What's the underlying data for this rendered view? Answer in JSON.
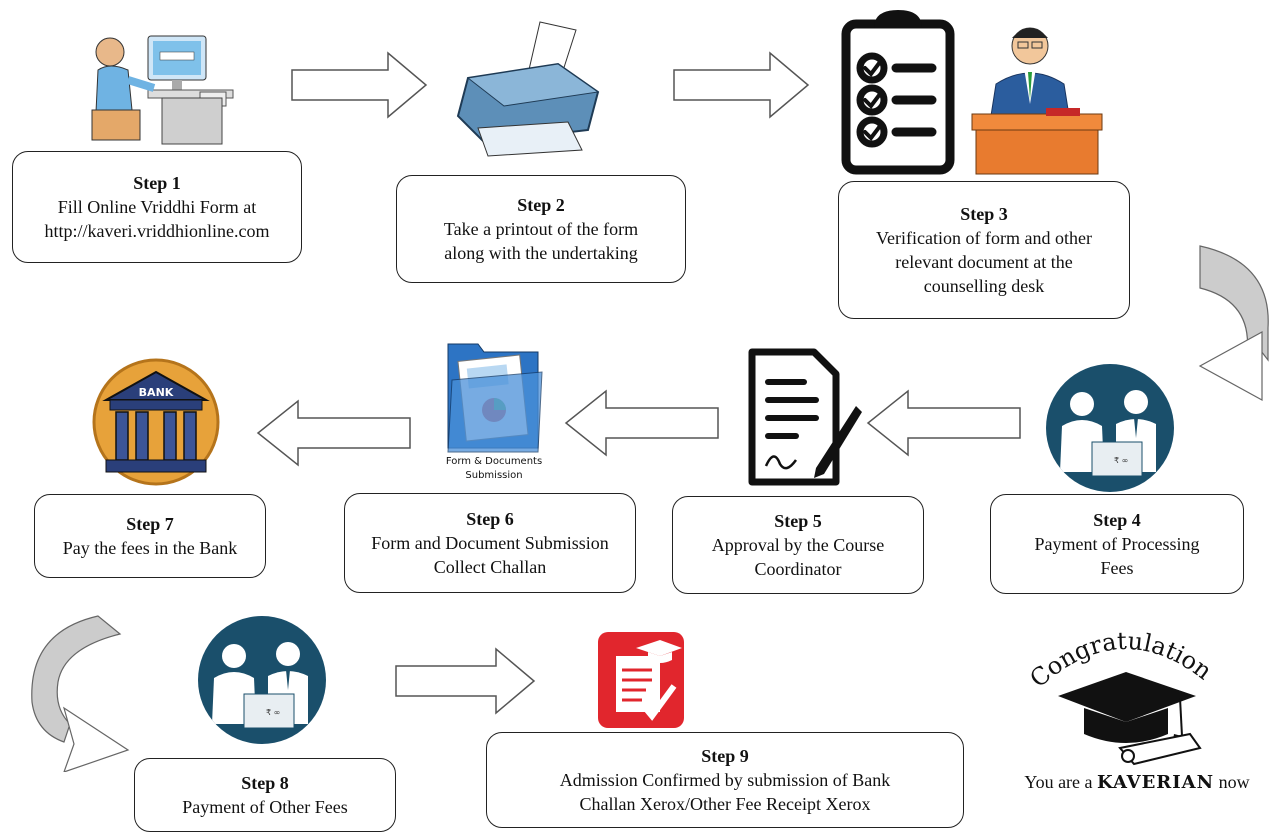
{
  "steps": [
    {
      "title": "Step 1",
      "line1": "Fill Online Vriddhi Form at",
      "line2": "http://kaveri.vriddhionline.com"
    },
    {
      "title": "Step 2",
      "line1": "Take a printout of the form",
      "line2": "along with the undertaking"
    },
    {
      "title": "Step 3",
      "line1": "Verification of form and other",
      "line2": "relevant document at the",
      "line3": "counselling desk"
    },
    {
      "title": "Step 4",
      "line1": "Payment of Processing",
      "line2": "Fees"
    },
    {
      "title": "Step 5",
      "line1": "Approval by the Course",
      "line2": "Coordinator"
    },
    {
      "title": "Step 6",
      "line1": "Form and Document Submission",
      "line2": "Collect Challan"
    },
    {
      "title": "Step 7",
      "line1": "Pay the fees in the Bank"
    },
    {
      "title": "Step 8",
      "line1": "Payment of Other Fees"
    },
    {
      "title": "Step 9",
      "line1": "Admission Confirmed by submission of Bank",
      "line2": "Challan Xerox/Other Fee Receipt Xerox"
    }
  ],
  "icons": {
    "computer": "computer-user-icon",
    "printer": "printer-icon",
    "checklist": "checklist-clipboard-icon",
    "officer": "officer-at-desk-icon",
    "payment": "payment-counter-icon",
    "approval": "signed-document-icon",
    "folder": "folder-documents-icon",
    "bank": "bank-building-icon",
    "admission": "admission-form-icon",
    "graduation": "graduation-cap-icon"
  },
  "labels": {
    "bank_sign": "BANK",
    "folder_caption_1": "Form & Documents",
    "folder_caption_2": "Submission",
    "rupee": "₹ ∞"
  },
  "congrats": {
    "heading": "Congratulations",
    "prefix": "You are a ",
    "name": "KAVERIAN",
    "suffix": " now"
  },
  "colors": {
    "teal": "#1a4f6b",
    "red": "#e1262d",
    "orange": "#e87b2f",
    "printer_blue": "#5d8fb8",
    "bank_gold": "#e7a23a"
  }
}
